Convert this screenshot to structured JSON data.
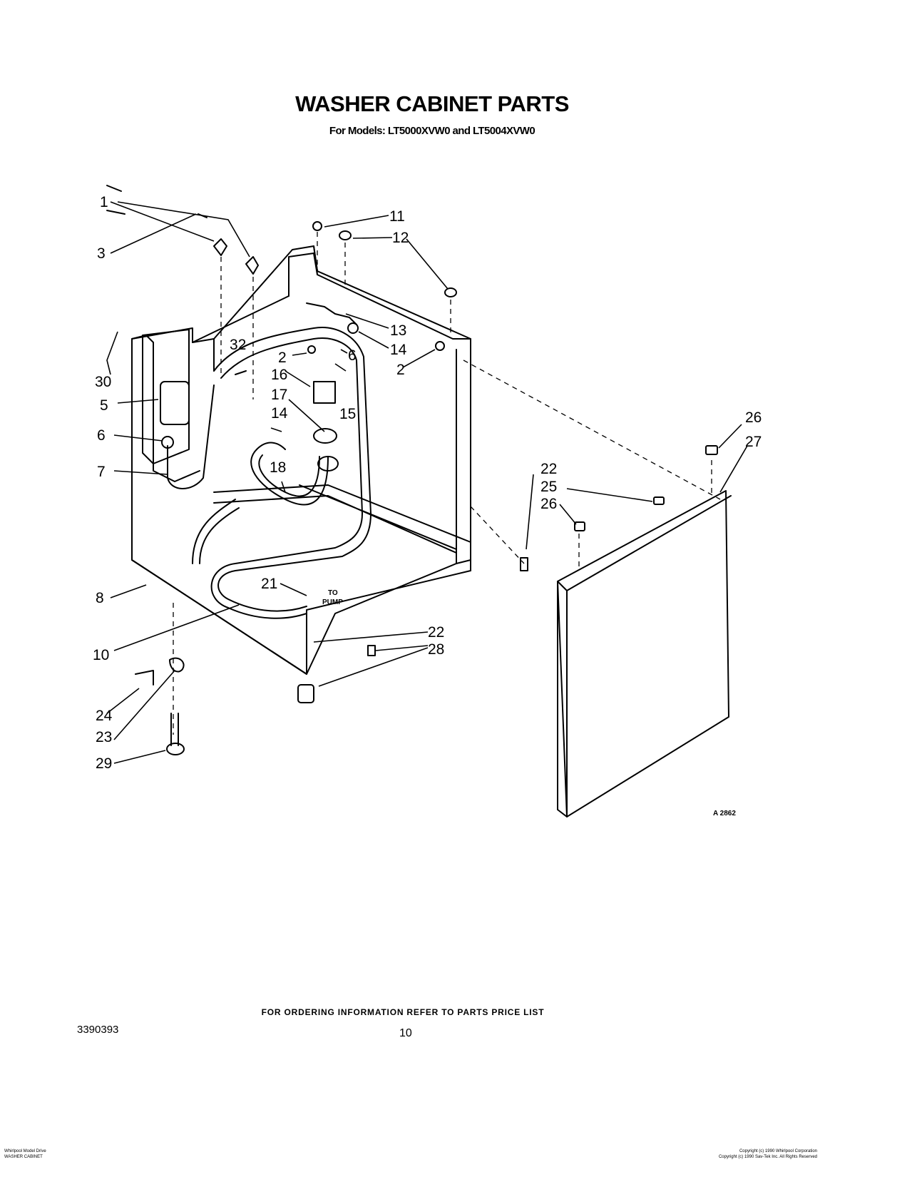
{
  "header": {
    "title": "WASHER CABINET PARTS",
    "subtitle": "For Models: LT5000XVW0 and LT5004XVW0"
  },
  "diagram": {
    "callouts": [
      "1",
      "3",
      "30",
      "5",
      "6",
      "7",
      "8",
      "10",
      "24",
      "23",
      "29",
      "11",
      "12",
      "13",
      "14",
      "2",
      "32",
      "2",
      "16",
      "17",
      "14",
      "15",
      "6",
      "18",
      "21",
      "22",
      "28",
      "26",
      "27",
      "22",
      "25",
      "26"
    ],
    "to_pump_line1": "TO",
    "to_pump_line2": "PUMP",
    "figure_code": "A 2862"
  },
  "footer": {
    "ordering_note": "FOR ORDERING INFORMATION REFER TO PARTS PRICE LIST",
    "document_number": "3390393",
    "page_number": "10",
    "fine_left_1": "Whirlpool Model Drive",
    "fine_left_2": "WASHER CABINET",
    "fine_right_1": "Copyright (c) 1990 Whirlpool Corporation",
    "fine_right_2": "Copyright (c) 1990 Sav-Tek Inc. All Rights Reserved"
  }
}
